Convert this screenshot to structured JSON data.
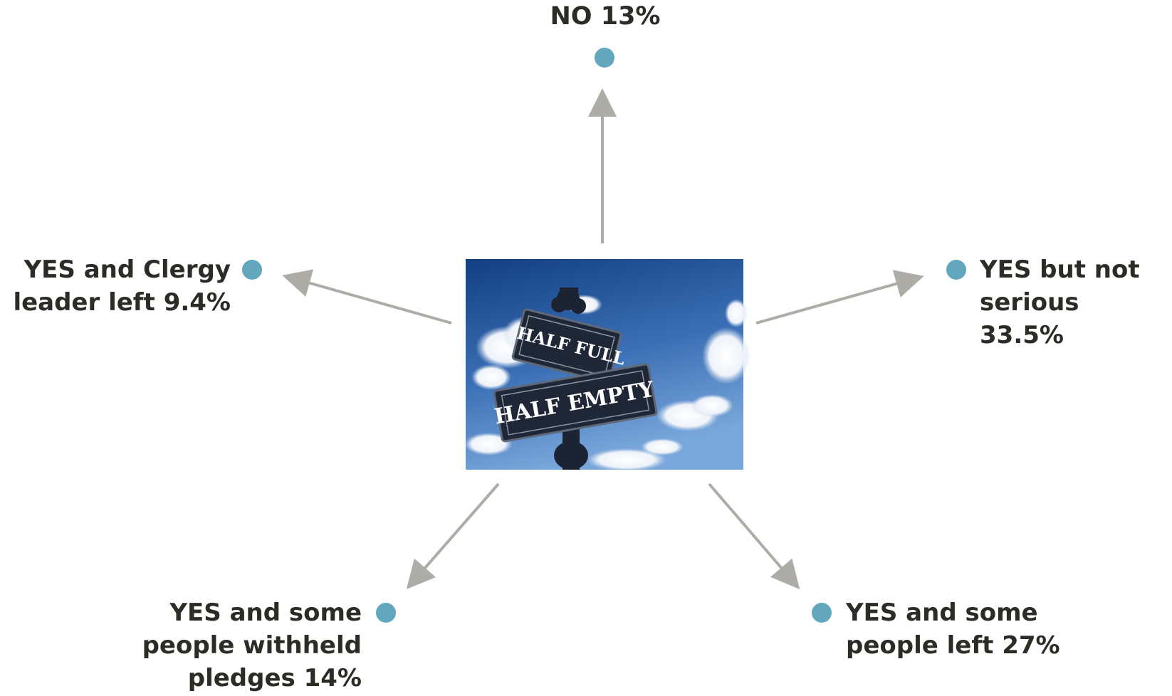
{
  "center": {
    "sign_top": "HALF FULL",
    "sign_bottom": "HALF EMPTY"
  },
  "outcomes": {
    "no": "NO 13%",
    "yes_not_serious": "YES but not\nserious 33.5%",
    "yes_clergy_left": "YES and Clergy\nleader left 9.4%",
    "yes_people_withheld": "YES and some\npeople withheld\npledges 14%",
    "yes_people_left": "YES and some\npeople left 27%"
  },
  "colors": {
    "dot": "#62a7bd",
    "arrow": "#aeaca6",
    "text": "#2d2b26",
    "sky_top": "#123f82",
    "sky_bottom": "#6f9fd6"
  }
}
